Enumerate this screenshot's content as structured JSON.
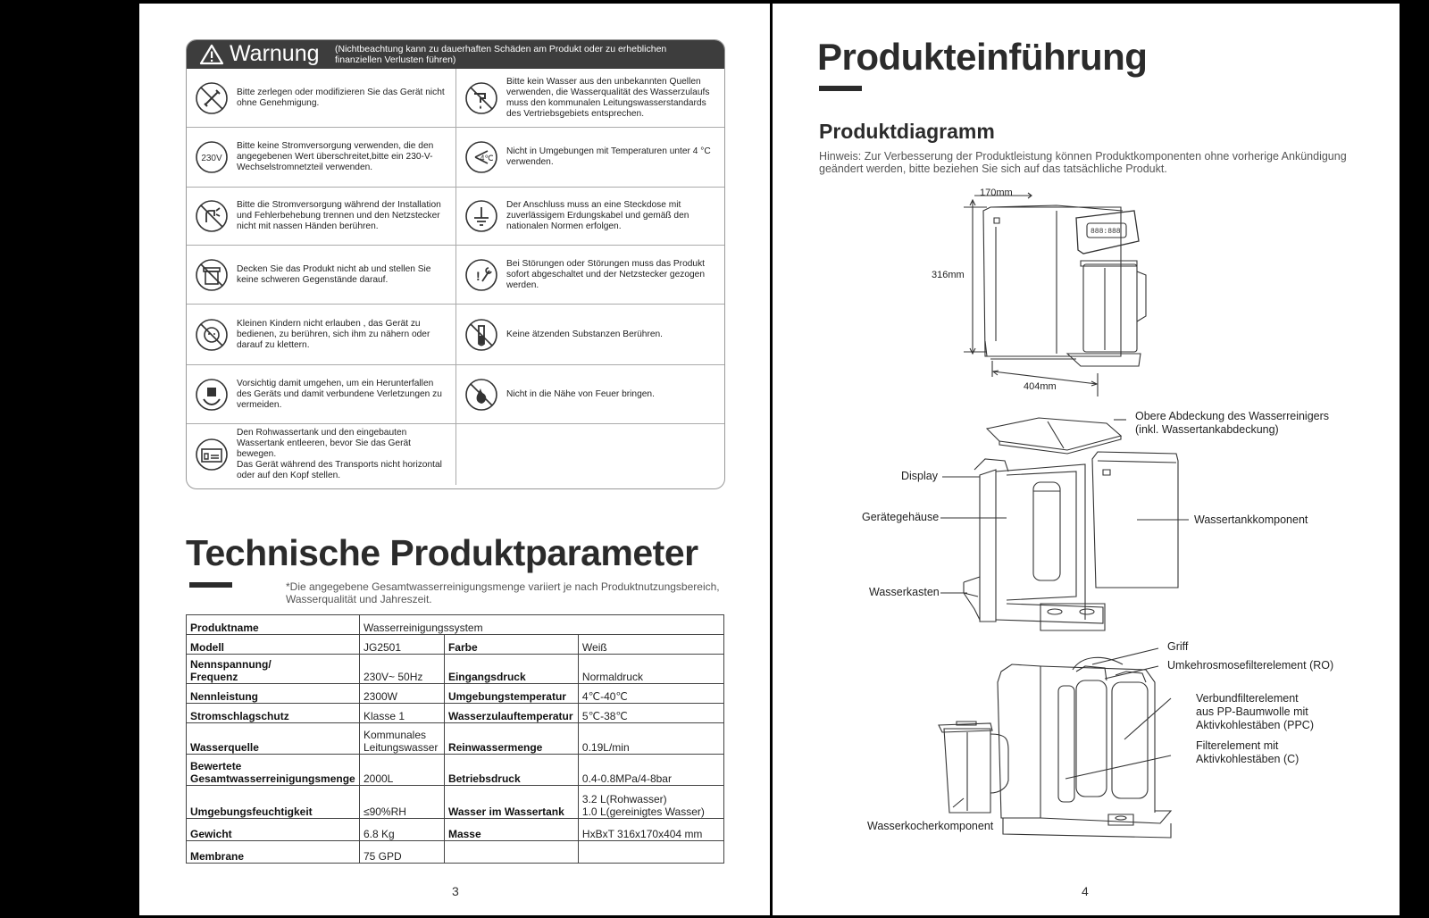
{
  "warning": {
    "title": "Warnung",
    "note": "(Nichtbeachtung kann zu dauerhaften Schäden am Produkt oder zu erheblichen finanziellen Verlusten führen)",
    "items": [
      {
        "icon": "no-disassembly-icon",
        "text": "Bitte zerlegen oder modifizieren Sie das Gerät nicht ohne Genehmigung."
      },
      {
        "icon": "no-unknown-water-icon",
        "text": "Bitte kein Wasser aus den unbekannten Quellen verwenden, die Wasserqualität des Wasserzulaufs muss den kommunalen Leitungswasserstandards des Vertriebsgebiets entsprechen."
      },
      {
        "icon": "voltage-230v-icon",
        "text": "Bitte keine Stromversorgung verwenden, die den angegebenen Wert überschreitet,bitte ein 230-V-Wechselstromnetzteil verwenden."
      },
      {
        "icon": "temperature-limit-icon",
        "text": "Nicht in Umgebungen mit Temperaturen unter 4 °C verwenden."
      },
      {
        "icon": "no-wet-hands-plug-icon",
        "text": "Bitte die Stromversorgung während der Installation und Fehlerbehebung trennen und den Netzstecker nicht mit nassen Händen berühren."
      },
      {
        "icon": "grounding-icon",
        "text": "Der Anschluss muss an eine Steckdose mit zuverlässigem Erdungskabel und gemäß den nationalen Normen erfolgen."
      },
      {
        "icon": "no-cover-icon",
        "text": "Decken Sie das Produkt nicht ab und stellen Sie keine schweren Gegenstände darauf."
      },
      {
        "icon": "malfunction-wrench-icon",
        "text": "Bei Störungen oder Störungen muss das Produkt sofort abgeschaltet und der Netzstecker gezogen werden."
      },
      {
        "icon": "no-children-icon",
        "text": "Kleinen Kindern nicht erlauben , das Gerät zu bedienen, zu berühren, sich ihm zu nähern oder darauf zu klettern."
      },
      {
        "icon": "no-corrosive-icon",
        "text": "Keine ätzenden Substanzen Berühren."
      },
      {
        "icon": "handle-with-care-icon",
        "text": "Vorsichtig damit umgehen, um ein Herunterfallen des Geräts und damit verbundene Verletzungen zu vermeiden."
      },
      {
        "icon": "no-fire-icon",
        "text": "Nicht in die Nähe von Feuer bringen."
      },
      {
        "icon": "empty-tank-transport-icon",
        "text": "Den Rohwassertank und den eingebauten Wassertank entleeren, bevor Sie das Gerät bewegen.\nDas Gerät während des Transports nicht horizontal oder auf den Kopf stellen."
      },
      {
        "icon": "",
        "text": ""
      }
    ]
  },
  "params": {
    "title": "Technische Produktparameter",
    "note": "*Die angegebene Gesamtwasserreinigungsmenge variiert je nach Produktnutzungsbereich, Wasserqualität und Jahreszeit.",
    "product_name_label": "Produktname",
    "product_name_value": "Wasserreinigungssystem",
    "rows": [
      [
        "Modell",
        "JG2501",
        "Farbe",
        "Weiß"
      ],
      [
        "Nennspannung/\nFrequenz",
        "230V~ 50Hz",
        "Eingangsdruck",
        "Normaldruck"
      ],
      [
        "Nennleistung",
        "2300W",
        "Umgebungstemperatur",
        "4℃-40℃"
      ],
      [
        "Stromschlagschutz",
        "Klasse 1",
        "Wasserzulauftemperatur",
        "5℃-38℃"
      ],
      [
        "Wasserquelle",
        "Kommunales\nLeitungswasser",
        "Reinwassermenge",
        "0.19L/min"
      ],
      [
        "Bewertete\nGesamtwasserreinigungsmenge",
        "2000L",
        "Betriebsdruck",
        "0.4-0.8MPa/4-8bar"
      ],
      [
        "Umgebungsfeuchtigkeit",
        "≤90%RH",
        "Wasser im Wassertank",
        "3.2 L(Rohwasser)\n1.0 L(gereinigtes Wasser)"
      ],
      [
        "Gewicht",
        "6.8 Kg",
        "Masse",
        "HxBxT 316x170x404 mm"
      ],
      [
        "Membrane",
        "75 GPD",
        "",
        ""
      ]
    ],
    "page_number": "3"
  },
  "intro": {
    "title": "Produkteinführung",
    "subtitle": "Produktdiagramm",
    "note": "Hinweis: Zur Verbesserung der Produktleistung können Produktkomponenten ohne vorherige Ankündigung geändert werden, bitte beziehen Sie sich auf das tatsächliche Produkt.",
    "dimensions": {
      "width": "170mm",
      "height": "316mm",
      "depth": "404mm"
    },
    "display_digits": "888:888",
    "labels": {
      "top_cover": "Obere Abdeckung des Wasserreinigers\n(inkl. Wassertankabdeckung)",
      "display": "Display",
      "housing": "Gerätegehäuse",
      "water_tank": "Wassertankkomponent",
      "water_box": "Wasserkasten",
      "handle": "Griff",
      "ro": "Umkehrosmosefilterelement (RO)",
      "ppc": "Verbundfilterelement\naus PP-Baumwolle mit\nAktivkohlestäben (PPC)",
      "c_filter": "Filterelement mit\nAktivkohlestäben (C)",
      "kettle": "Wasserkocherkomponent"
    },
    "page_number": "4"
  }
}
